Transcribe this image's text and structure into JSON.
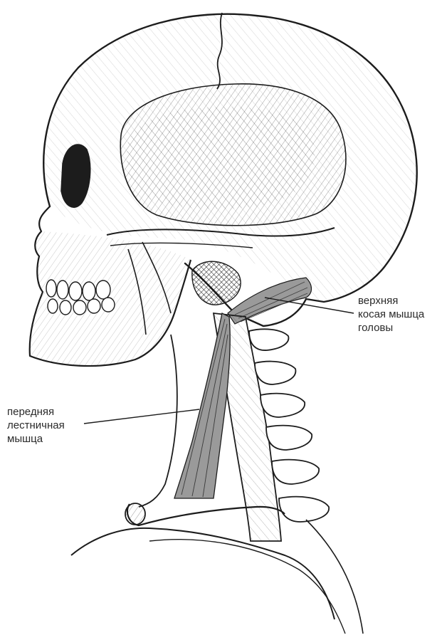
{
  "labels": {
    "superior_oblique": {
      "lines": [
        "верхняя",
        "косая мышца",
        "головы"
      ]
    },
    "anterior_scalene": {
      "lines": [
        "передняя",
        "лестничная",
        "мышца"
      ]
    }
  },
  "colors": {
    "ink": "#1c1c1c",
    "muscle_fill": "#9a9a9a",
    "label_text": "#2a2a2a",
    "background": "#ffffff"
  }
}
